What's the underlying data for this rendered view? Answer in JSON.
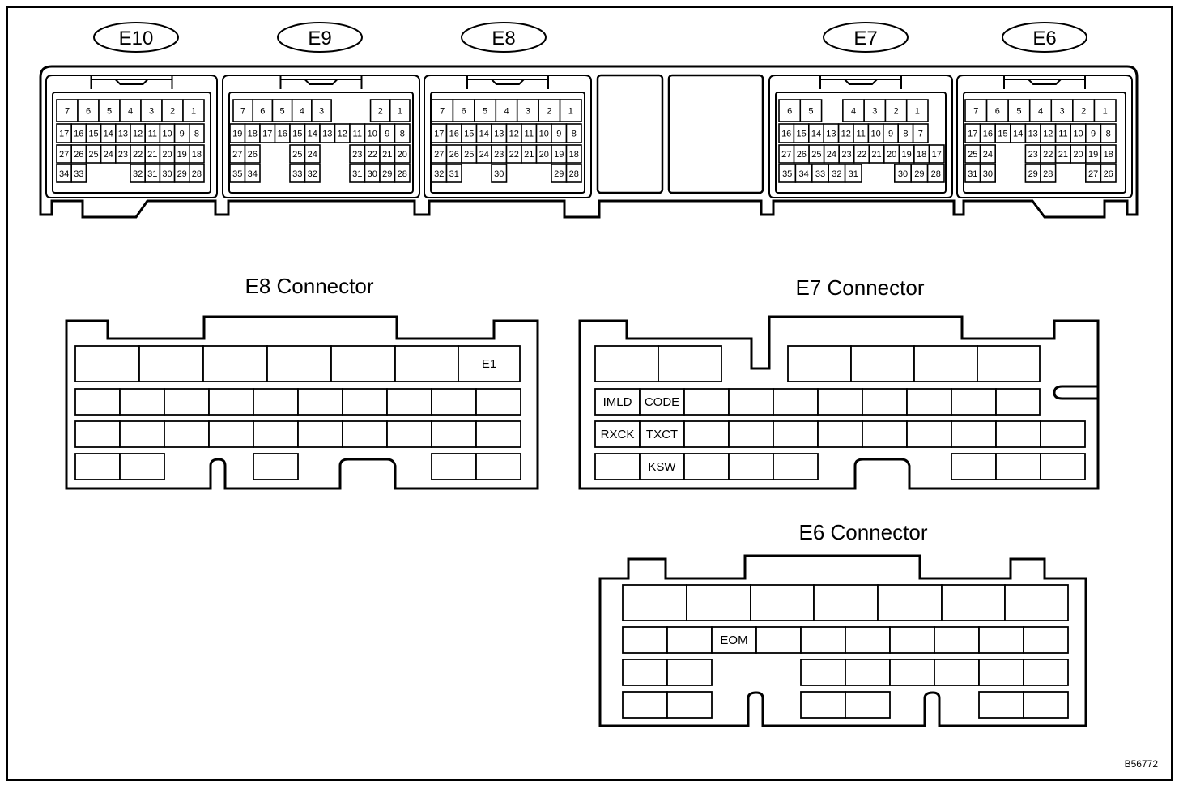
{
  "header_connectors": [
    {
      "id": "E10",
      "label": "E10",
      "rows": [
        [
          "7",
          "6",
          "5",
          "4",
          "3",
          "2",
          "1"
        ],
        [
          "17",
          "16",
          "15",
          "14",
          "13",
          "12",
          "11",
          "10",
          "9",
          "8"
        ],
        [
          "27",
          "26",
          "25",
          "24",
          "23",
          "22",
          "21",
          "20",
          "19",
          "18"
        ],
        [
          "34",
          "33",
          "",
          "",
          "",
          "32",
          "31",
          "30",
          "29",
          "28"
        ]
      ]
    },
    {
      "id": "E9",
      "label": "E9",
      "rows": [
        [
          "7",
          "6",
          "5",
          "4",
          "3",
          "",
          "",
          "2",
          "1"
        ],
        [
          "19",
          "18",
          "17",
          "16",
          "15",
          "14",
          "13",
          "12",
          "11",
          "10",
          "9",
          "8"
        ],
        [
          "27",
          "26",
          "",
          "",
          "25",
          "24",
          "",
          "",
          "23",
          "22",
          "21",
          "20"
        ],
        [
          "35",
          "34",
          "",
          "",
          "33",
          "32",
          "",
          "",
          "31",
          "30",
          "29",
          "28"
        ]
      ]
    },
    {
      "id": "E8",
      "label": "E8",
      "rows": [
        [
          "7",
          "6",
          "5",
          "4",
          "3",
          "2",
          "1"
        ],
        [
          "17",
          "16",
          "15",
          "14",
          "13",
          "12",
          "11",
          "10",
          "9",
          "8"
        ],
        [
          "27",
          "26",
          "25",
          "24",
          "23",
          "22",
          "21",
          "20",
          "19",
          "18"
        ],
        [
          "32",
          "31",
          "",
          "",
          "30",
          "",
          "",
          "",
          "29",
          "28"
        ]
      ]
    },
    {
      "id": "E7",
      "label": "E7",
      "rows": [
        [
          "6",
          "5",
          "",
          "4",
          "3",
          "2",
          "1"
        ],
        [
          "16",
          "15",
          "14",
          "13",
          "12",
          "11",
          "10",
          "9",
          "8",
          "7"
        ],
        [
          "27",
          "26",
          "25",
          "24",
          "23",
          "22",
          "21",
          "20",
          "19",
          "18",
          "17"
        ],
        [
          "35",
          "34",
          "33",
          "32",
          "31",
          "",
          "",
          "30",
          "29",
          "28"
        ]
      ]
    },
    {
      "id": "E6",
      "label": "E6",
      "rows": [
        [
          "7",
          "6",
          "5",
          "4",
          "3",
          "2",
          "1"
        ],
        [
          "17",
          "16",
          "15",
          "14",
          "13",
          "12",
          "11",
          "10",
          "9",
          "8"
        ],
        [
          "25",
          "24",
          "",
          "",
          "23",
          "22",
          "21",
          "20",
          "19",
          "18"
        ],
        [
          "31",
          "30",
          "",
          "",
          "29",
          "28",
          "",
          "",
          "27",
          "26"
        ]
      ]
    }
  ],
  "detail_connectors": [
    {
      "id": "E8",
      "title": "E8 Connector",
      "rows": [
        [
          "",
          "",
          "",
          "",
          "",
          "",
          "E1"
        ],
        [
          "",
          "",
          "",
          "",
          "",
          "",
          "",
          "",
          "",
          ""
        ],
        [
          "",
          "",
          "",
          "",
          "",
          "",
          "",
          "",
          "",
          ""
        ],
        [
          "",
          "",
          "",
          "",
          "",
          ""
        ]
      ]
    },
    {
      "id": "E7",
      "title": "E7 Connector",
      "rows": [
        [
          "",
          "",
          "",
          "",
          "",
          ""
        ],
        [
          "IMLD",
          "CODE",
          "",
          "",
          "",
          "",
          "",
          "",
          "",
          ""
        ],
        [
          "RXCK",
          "TXCT",
          "",
          "",
          "",
          "",
          "",
          "",
          "",
          "",
          ""
        ],
        [
          "",
          "KSW",
          "",
          "",
          "",
          "",
          "",
          ""
        ]
      ]
    },
    {
      "id": "E6",
      "title": "E6 Connector",
      "rows": [
        [
          "",
          "",
          "",
          "",
          "",
          "",
          ""
        ],
        [
          "",
          "",
          "EOM",
          "",
          "",
          "",
          "",
          "",
          "",
          "",
          ""
        ],
        [
          "",
          "",
          "",
          "",
          "",
          "",
          "",
          ""
        ],
        [
          "",
          "",
          "",
          "",
          "",
          "",
          "",
          ""
        ]
      ]
    }
  ],
  "reference_code": "B56772"
}
